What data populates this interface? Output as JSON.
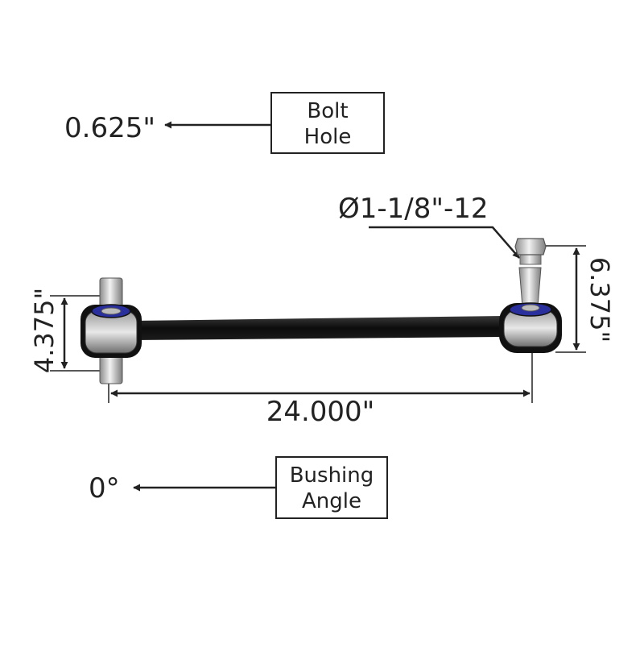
{
  "labels": {
    "bolt_hole_value": "0.625\"",
    "bolt_hole_line1": "Bolt",
    "bolt_hole_line2": "Hole",
    "thread_spec": "Ø1-1/8\"-12",
    "left_height": "4.375\"",
    "right_height": "6.375\"",
    "length": "24.000\"",
    "bushing_angle_value": "0°",
    "bushing_angle_line1": "Bushing",
    "bushing_angle_line2": "Angle"
  },
  "colors": {
    "line": "#222222",
    "arm": "#111111",
    "bushing": "#2a2f9e",
    "metal": "#c9c9c9"
  }
}
